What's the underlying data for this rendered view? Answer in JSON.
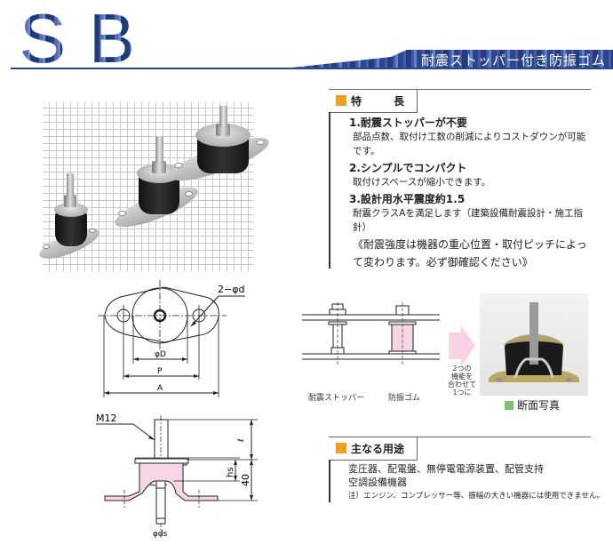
{
  "header": {
    "model_code": "SB",
    "product_name": "耐震ストッパー付き防振ゴム",
    "colors": {
      "brand_blue": "#1f3f7a",
      "accent_orange": "#f0a020",
      "section_green": "#7cc070",
      "rubber_pink": "#f6d6e4"
    }
  },
  "features": {
    "title": "特　　　長",
    "items": [
      {
        "heading": "1.耐震ストッパーが不要",
        "body": [
          "部品点数、取付け工数の削減によりコストダウンが可能",
          "です。"
        ]
      },
      {
        "heading": "2.シンプルでコンパクト",
        "body": [
          "取付けスペースが縮小できます。"
        ]
      },
      {
        "heading": "3.設計用水平震度約1.5",
        "body": [
          "耐震クラスAを満足します（建築設備耐震設計・施工指",
          "針）"
        ]
      }
    ],
    "note_lines": [
      "《耐震強度は機器の重心位置・取付ピッチによっ",
      "て変わります。必ず御確認ください》"
    ]
  },
  "top_view_drawing": {
    "labels": {
      "holes": "2−φd",
      "diameter": "φD",
      "pitch": "P",
      "overall": "A"
    }
  },
  "side_view_drawing": {
    "labels": {
      "thread": "M12",
      "bolt_length": "ℓ",
      "stopper_height": "hs",
      "height_value": "40",
      "stud_diameter": "φds"
    }
  },
  "concept": {
    "left_label": "耐震ストッパー",
    "right_label": "防振ゴム",
    "arrow_text": [
      "2つの",
      "機能を",
      "合わせて",
      "1つに"
    ],
    "photo_caption": "断面写真"
  },
  "applications": {
    "title": "主なる用途",
    "lines": [
      "変圧器、配電盤、無停電電源装置、配管支持",
      "空調設備機器"
    ],
    "note": "注）エンジン、コンプレッサー等、振幅の大きい機器には使用できません。"
  }
}
